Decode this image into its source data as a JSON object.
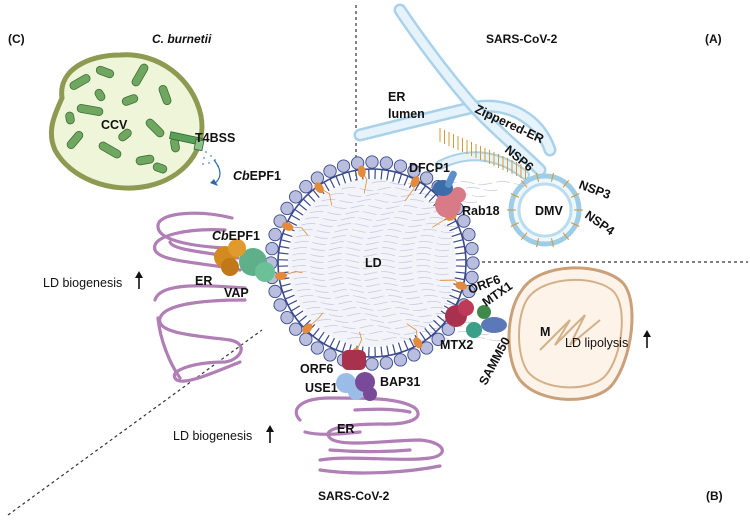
{
  "panels": {
    "c": {
      "tag": "(C)",
      "organism": "C. burnetii"
    },
    "a": {
      "tag": "(A)",
      "organism": "SARS-CoV-2"
    },
    "b": {
      "tag": "(B)",
      "organism": "SARS-CoV-2"
    }
  },
  "labels": {
    "ccv": "CCV",
    "t4bss": "T4BSS",
    "cbepf1_secreted_prefix": "Cb",
    "cbepf1_secreted_suffix": "EPF1",
    "cbepf1_bound_prefix": "Cb",
    "cbepf1_bound_suffix": "EPF1",
    "er_lumen_line1": "ER",
    "er_lumen_line2": "lumen",
    "zippered_er": "Zippered-ER",
    "nsp6": "NSP6",
    "nsp3": "NSP3",
    "nsp4": "NSP4",
    "dmv": "DMV",
    "dfcp1": "DFCP1",
    "rab18": "Rab18",
    "ld": "LD",
    "er_left": "ER",
    "vap": "VAP",
    "ld_biogenesis_left": "LD biogenesis",
    "orf6_right": "ORF6",
    "mtx1": "MTX1",
    "mtx2": "MTX2",
    "samm50": "SAMM50",
    "m": "M",
    "ld_lipolysis": "LD lipolysis",
    "orf6_bottom": "ORF6",
    "use1": "USE1",
    "bap31": "BAP31",
    "er_bottom": "ER",
    "ld_biogenesis_bottom": "LD biogenesis"
  },
  "colors": {
    "ld_outline": "#3a4a8c",
    "ld_head": "#b9bedf",
    "ccv_fill": "#eef5d8",
    "ccv_border": "#8e9a52",
    "bacteria": "#6fa760",
    "er_membrane": "#b07fb5",
    "mito_outline": "#c9a07a",
    "er_tube": "#a9d2ea",
    "dmv": "#9fcde6",
    "orange_protein": "#e48a3c",
    "cbepf1": "#5fb08a",
    "vap": "#d38a1e",
    "rab18": "#d97b86",
    "dfcp1": "#3b6ea8",
    "orf6": "#a8324d",
    "use1": "#9bbce6",
    "bap31": "#7a4a9a",
    "mtx1": "#3f8a4b",
    "mtx2": "#3aa08a",
    "samm50": "#5b78b8"
  }
}
